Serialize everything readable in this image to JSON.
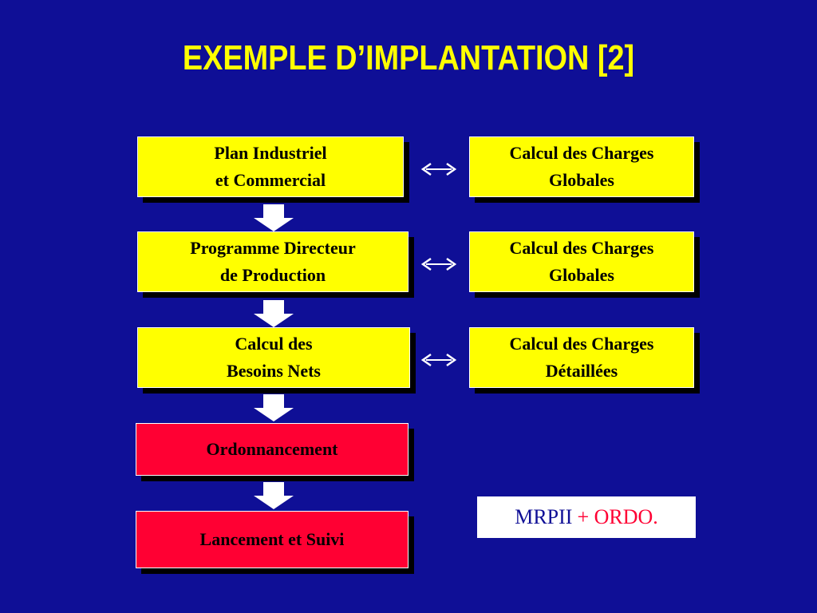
{
  "title": "EXEMPLE D’IMPLANTATION [2]",
  "flow": [
    {
      "line1": "Plan Industriel",
      "line2": "et Commercial"
    },
    {
      "line1": "Programme Directeur",
      "line2": "de Production"
    },
    {
      "line1": "Calcul des",
      "line2": "Besoins Nets"
    },
    {
      "line1": "Ordonnancement",
      "line2": ""
    },
    {
      "line1": "Lancement et Suivi",
      "line2": ""
    }
  ],
  "charges": [
    {
      "line1": "Calcul des Charges",
      "line2": "Globales"
    },
    {
      "line1": "Calcul des Charges",
      "line2": "Globales"
    },
    {
      "line1": "Calcul des Charges",
      "line2": "Détaillées"
    }
  ],
  "mrp": {
    "part1": "MRPII",
    "part2": "+ ORDO."
  },
  "colors": {
    "background": "#0f0f96",
    "title": "#ffff00",
    "box_yellow": "#ffff00",
    "box_red": "#ff0033",
    "arrow": "#ffffff"
  },
  "icons": {
    "down": "down-arrow-icon",
    "bidirectional": "double-arrow-icon"
  }
}
